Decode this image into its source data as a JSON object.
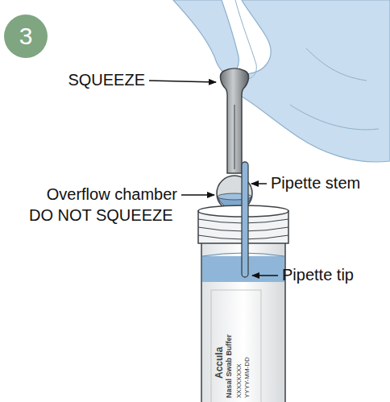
{
  "diagram": {
    "nodes": [
      {
        "text": [
          "3"
        ]
      }
    ],
    "labels": [
      "SQUEEZE",
      "Overflow chamber",
      "DO NOT SQUEEZE",
      "Pipette stem",
      "Pipette tip",
      "Accula",
      "Nasal Swab Buffer",
      "XXXXXXXX",
      "YYYY-MM-DD"
    ]
  }
}
